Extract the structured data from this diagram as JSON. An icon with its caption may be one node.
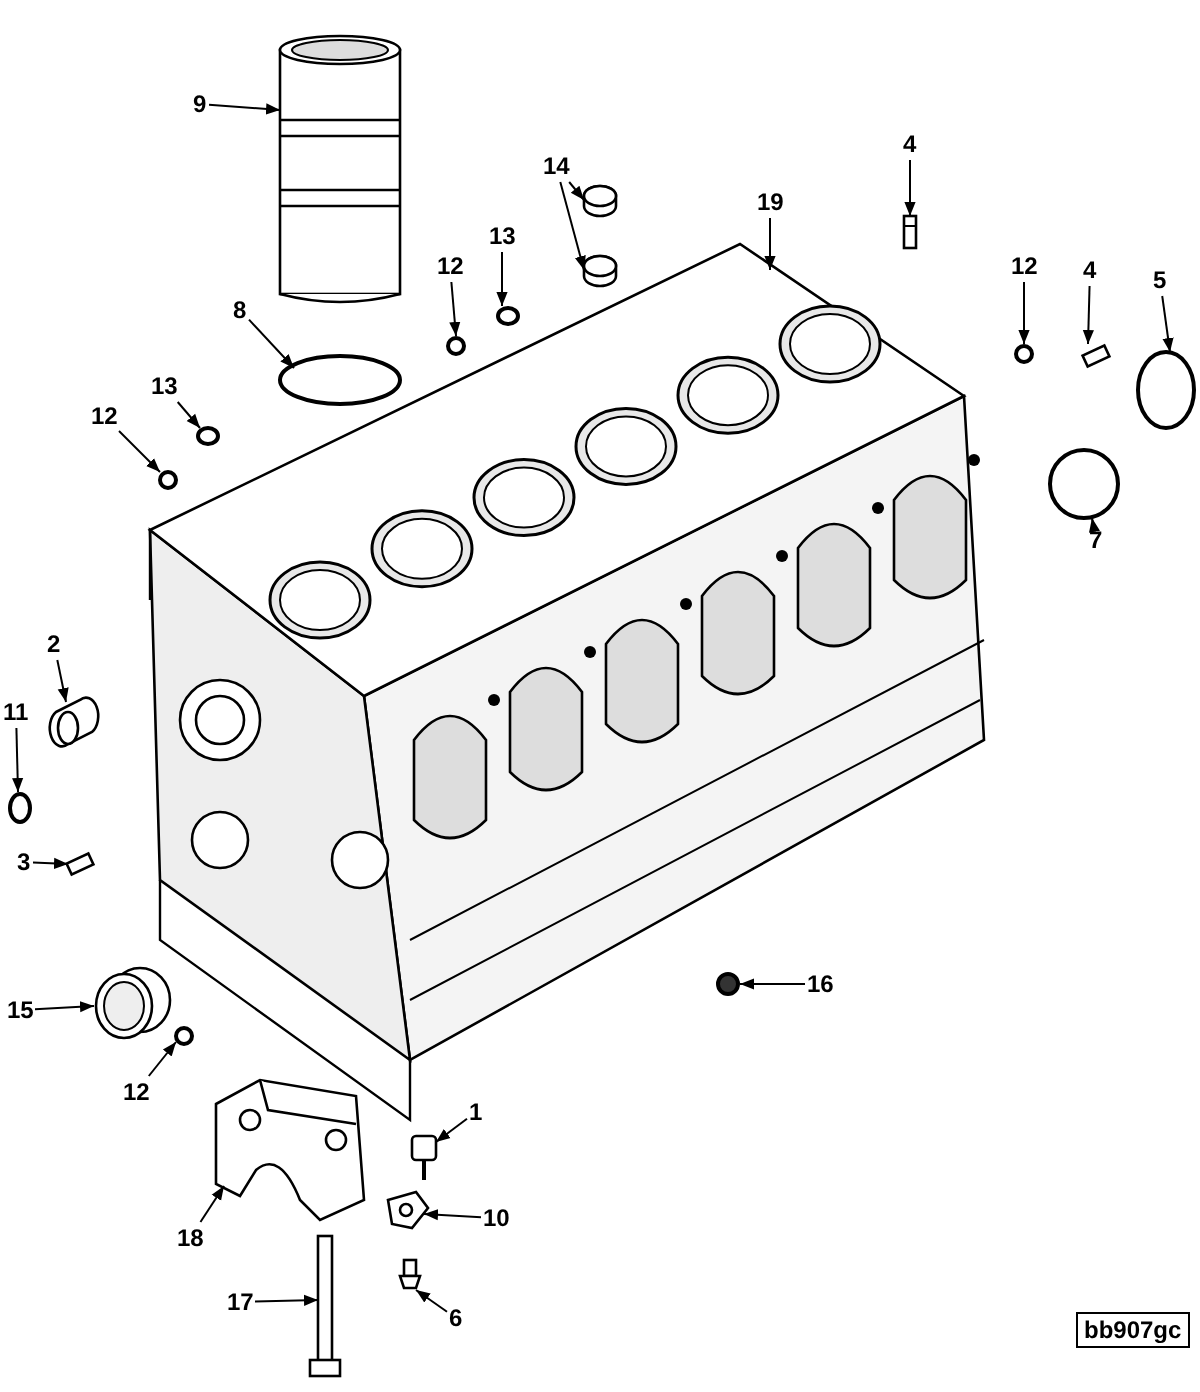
{
  "diagram": {
    "nodes": [
      {
        "text": [
          "9"
        ]
      },
      {
        "text": [],
        "shape": "picture"
      },
      {
        "text": [
          "8"
        ]
      },
      {
        "text": [],
        "shape": "circle"
      },
      {
        "text": [
          "12"
        ]
      },
      {
        "text": [],
        "shape": "circle"
      },
      {
        "text": [
          "13"
        ]
      },
      {
        "text": [],
        "shape": "circle"
      },
      {
        "text": [
          "14"
        ]
      },
      {
        "text": [],
        "shape": "picture"
      },
      {
        "text": [],
        "shape": "picture"
      },
      {
        "text": [
          "19"
        ]
      },
      {
        "text": [],
        "shape": "picture"
      },
      {
        "text": [
          "4"
        ]
      },
      {
        "text": [],
        "shape": "picture"
      },
      {
        "text": [
          "12"
        ]
      },
      {
        "text": [],
        "shape": "circle"
      },
      {
        "text": [
          "4"
        ]
      },
      {
        "text": [],
        "shape": "box"
      },
      {
        "text": [
          "5"
        ]
      },
      {
        "text": [],
        "shape": "circle"
      },
      {
        "text": [
          "13"
        ]
      },
      {
        "text": [],
        "shape": "circle"
      },
      {
        "text": [
          "12"
        ]
      },
      {
        "text": [],
        "shape": "circle"
      },
      {
        "text": [
          "2"
        ]
      },
      {
        "text": [],
        "shape": "picture"
      },
      {
        "text": [
          "11"
        ]
      },
      {
        "text": [],
        "shape": "circle"
      },
      {
        "text": [
          "3"
        ]
      },
      {
        "text": [],
        "shape": "box"
      },
      {
        "text": [
          "15"
        ]
      },
      {
        "text": [],
        "shape": "picture"
      },
      {
        "text": [
          "7"
        ]
      },
      {
        "text": [],
        "shape": "circle"
      },
      {
        "text": [
          "12"
        ]
      },
      {
        "text": [],
        "shape": "circle"
      },
      {
        "text": [
          "16"
        ]
      },
      {
        "text": [],
        "shape": "circle"
      },
      {
        "text": [
          "1"
        ]
      },
      {
        "text": [],
        "shape": "picture"
      },
      {
        "text": [
          "18"
        ]
      },
      {
        "text": [],
        "shape": "picture"
      },
      {
        "text": [
          "10"
        ]
      },
      {
        "text": [],
        "shape": "picture"
      },
      {
        "text": [
          "17"
        ]
      },
      {
        "text": [],
        "shape": "picture"
      },
      {
        "text": [
          "6"
        ]
      },
      {
        "text": [],
        "shape": "picture"
      }
    ],
    "edges": [
      {
        "from": 0,
        "to": 1,
        "arrow": "to"
      },
      {
        "from": 2,
        "to": 3,
        "arrow": "to"
      },
      {
        "from": 4,
        "to": 5,
        "arrow": "to"
      },
      {
        "from": 6,
        "to": 7,
        "arrow": "to"
      },
      {
        "from": 8,
        "to": 9,
        "arrow": "to"
      },
      {
        "from": 8,
        "to": 10,
        "arrow": "to"
      },
      {
        "from": 11,
        "to": 12,
        "arrow": "to"
      },
      {
        "from": 13,
        "to": 14,
        "arrow": "to"
      },
      {
        "from": 15,
        "to": 16,
        "arrow": "to"
      },
      {
        "from": 17,
        "to": 18,
        "arrow": "to"
      },
      {
        "from": 19,
        "to": 20,
        "arrow": "to"
      },
      {
        "from": 21,
        "to": 22,
        "arrow": "to"
      },
      {
        "from": 23,
        "to": 24,
        "arrow": "to"
      },
      {
        "from": 25,
        "to": 26,
        "arrow": "to"
      },
      {
        "from": 27,
        "to": 28,
        "arrow": "to"
      },
      {
        "from": 29,
        "to": 30,
        "arrow": "to"
      },
      {
        "from": 31,
        "to": 32,
        "arrow": "to"
      },
      {
        "from": 33,
        "to": 34,
        "arrow": "to"
      },
      {
        "from": 35,
        "to": 36,
        "arrow": "to"
      },
      {
        "from": 37,
        "to": 38,
        "arrow": "to"
      },
      {
        "from": 39,
        "to": 40,
        "arrow": "to"
      },
      {
        "from": 41,
        "to": 42,
        "arrow": "to"
      },
      {
        "from": 43,
        "to": 44,
        "arrow": "to"
      },
      {
        "from": 45,
        "to": 46,
        "arrow": "to"
      },
      {
        "from": 47,
        "to": 48,
        "arrow": "to"
      }
    ],
    "labels": [
      "bb907gc"
    ]
  }
}
